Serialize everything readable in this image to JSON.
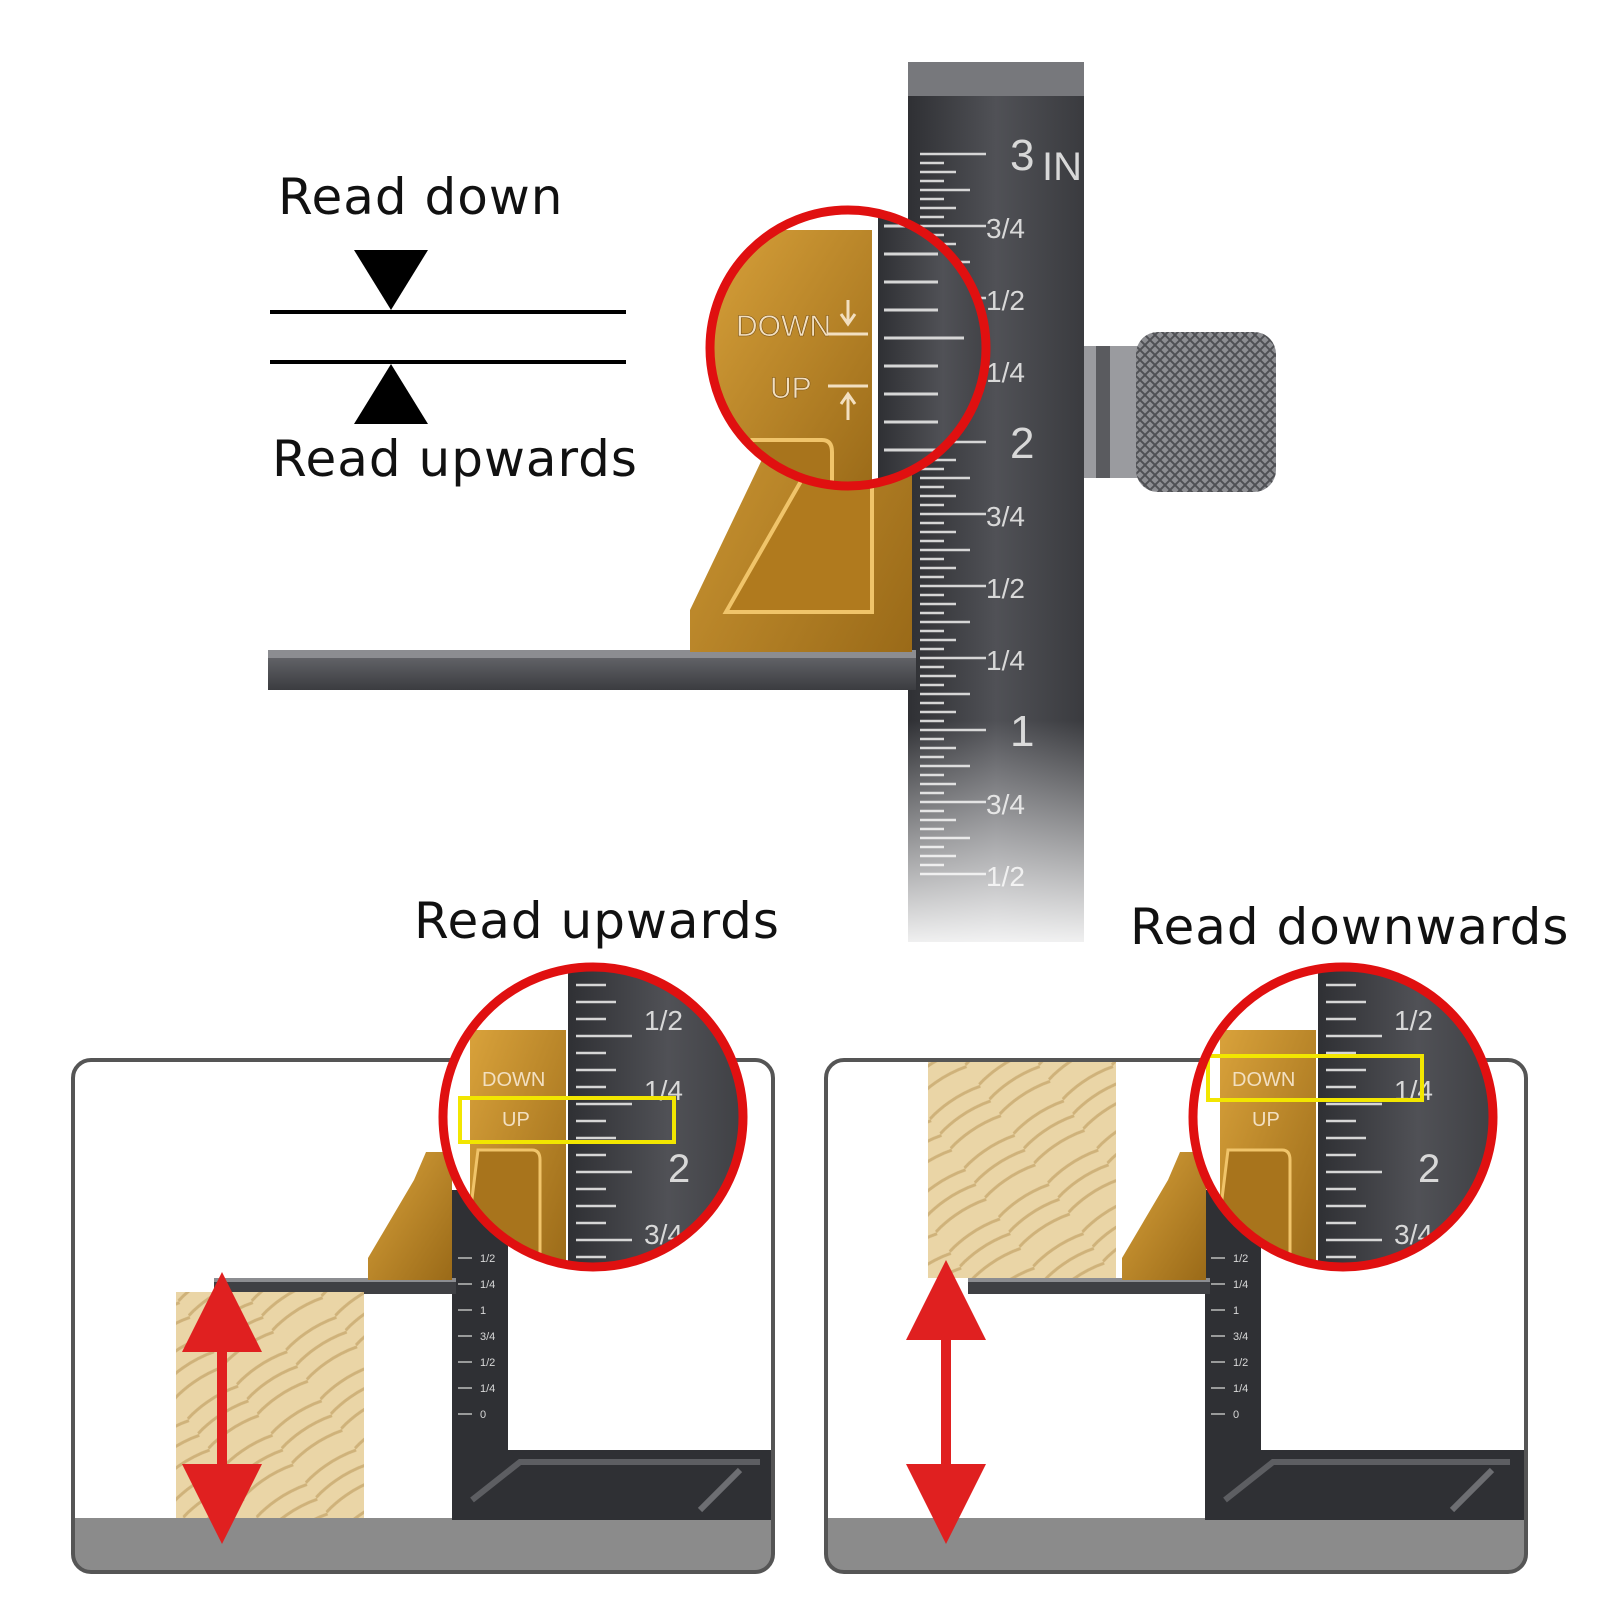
{
  "legend": {
    "read_down": "Read down",
    "read_upwards": "Read upwards"
  },
  "panels": {
    "left_caption": "Read upwards",
    "right_caption": "Read downwards"
  },
  "ruler": {
    "unit": "IN",
    "labels": [
      "3",
      "3/4",
      "1/2",
      "1/4",
      "2",
      "3/4",
      "1/2",
      "1/4",
      "1",
      "3/4",
      "1/2"
    ]
  },
  "slider": {
    "down_label": "DOWN",
    "up_label": "UP"
  },
  "zoom": {
    "labels": [
      "1/2",
      "1/4",
      "2",
      "3/4"
    ]
  },
  "mini_ruler": {
    "labels": [
      "1/2",
      "1/4",
      "1",
      "3/4",
      "1/2",
      "1/4",
      "0"
    ]
  },
  "colors": {
    "steel": "#4a4b4f",
    "brass": "#c58f2a",
    "magnifier_ring": "#e01010",
    "highlight_box": "#f2e600",
    "arrow": "#e02020",
    "wood": "#e9d3a4",
    "floor": "#8b8b8b"
  }
}
